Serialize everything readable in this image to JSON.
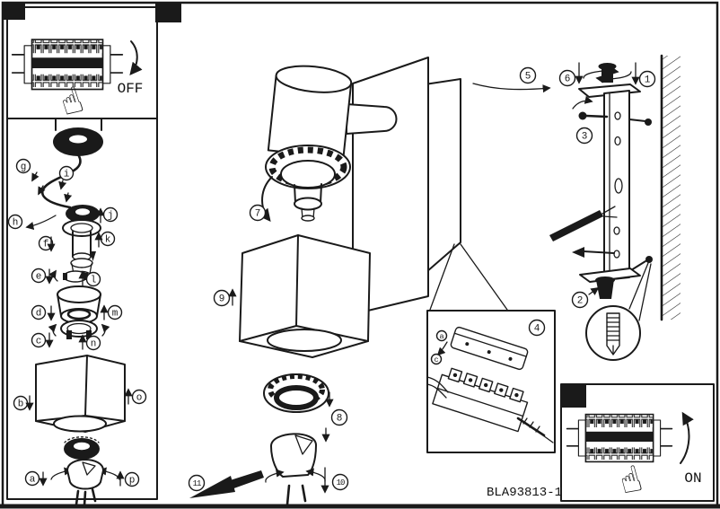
{
  "doc": {
    "code": "BLA93813-1"
  },
  "power_off_panel": {
    "label": "OFF"
  },
  "power_on_panel": {
    "label": "ON"
  },
  "steps": {
    "1": "1",
    "2": "2",
    "3": "3",
    "4": "4",
    "5": "5",
    "6": "6",
    "7": "7",
    "8": "8",
    "9": "9",
    "10": "10",
    "11": "11"
  },
  "parts": {
    "a": "a",
    "b": "b",
    "c": "c",
    "d": "d",
    "e": "e",
    "f": "f",
    "g": "g",
    "h": "h",
    "i": "i",
    "j": "j",
    "k": "k",
    "l": "l",
    "m": "m",
    "n": "n",
    "o": "o",
    "p": "p"
  },
  "wiring_detail": {
    "step_ref": "4",
    "wire_top": "a",
    "wire_bottom": "c"
  },
  "icons": {
    "hand": "☝"
  },
  "colors": {
    "ink": "#1a1a1a",
    "paper": "#ffffff"
  }
}
